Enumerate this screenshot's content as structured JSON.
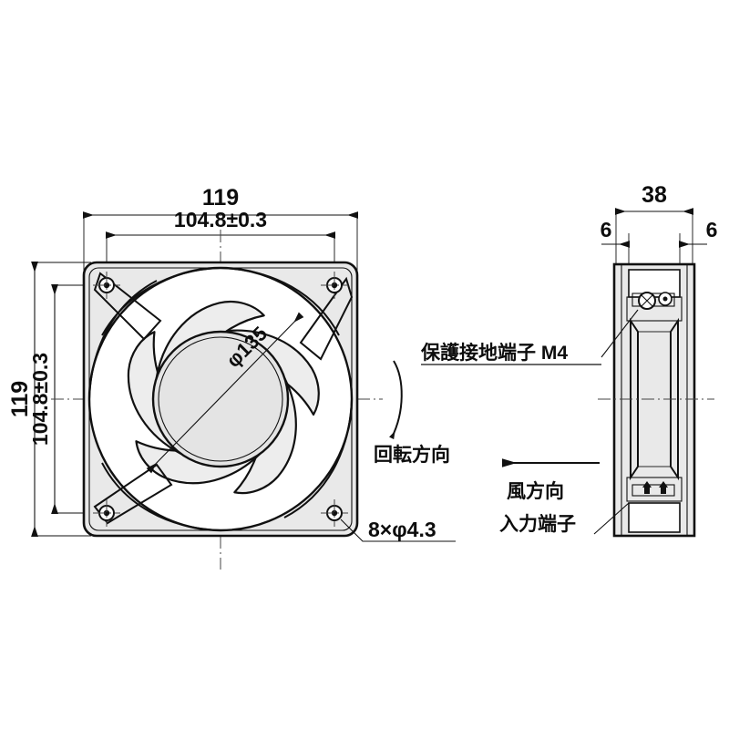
{
  "document": {
    "type": "mechanical-drawing",
    "subject": "axial cooling fan",
    "background_color": "#ffffff",
    "line_color": "#111111",
    "fill_color": "#e9e9e9"
  },
  "front_view": {
    "name": "front-view",
    "dimensions": {
      "overall_width": "119",
      "overall_height": "119",
      "hole_pitch_horizontal": "104.8±0.3",
      "hole_pitch_vertical": "104.8±0.3",
      "impeller_diameter": "φ135"
    },
    "callouts": {
      "mounting_holes": "8×φ4.3",
      "rotation_direction": "回転方向"
    },
    "blade_count": 5,
    "mounting_hole_count": 4
  },
  "side_view": {
    "name": "side-view",
    "dimensions": {
      "overall_depth": "38",
      "left_inset": "6",
      "right_inset": "6"
    },
    "callouts": {
      "earth_terminal": "保護接地端子 M4",
      "airflow_direction": "風方向",
      "input_terminal": "入力端子"
    }
  },
  "labels": {
    "top_width": "119",
    "top_pitch": "104.8±0.3",
    "left_height": "119",
    "left_pitch": "104.8±0.3",
    "impeller_dia": "φ135",
    "holes": "8×φ4.3",
    "rotation": "回転方向",
    "earth": "保護接地端子 M4",
    "airflow": "風方向",
    "input": "入力端子",
    "depth": "38",
    "inset_left": "6",
    "inset_right": "6"
  }
}
